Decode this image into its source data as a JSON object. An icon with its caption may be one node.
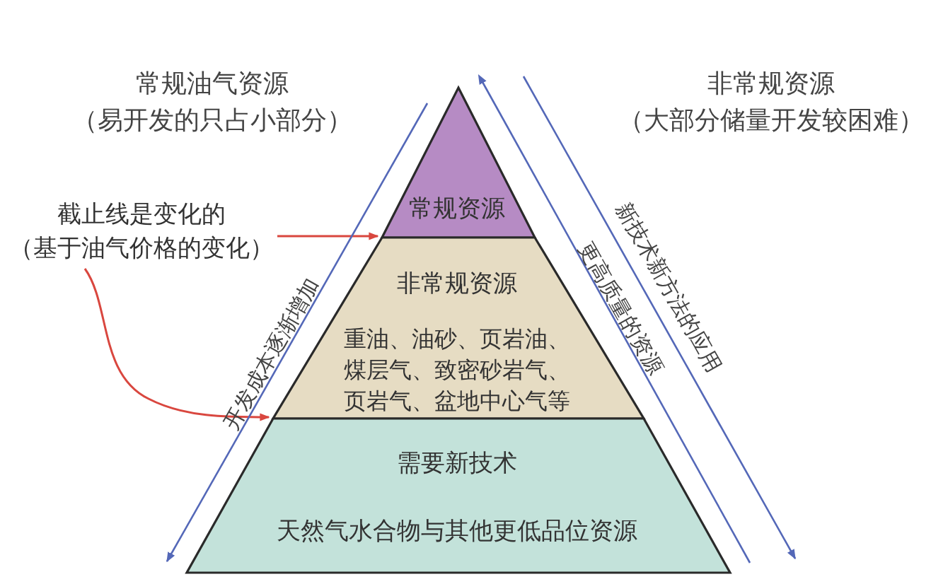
{
  "diagram": {
    "nodes": [
      {
        "text": [
          "常规资源"
        ]
      },
      {
        "text": [
          "非常规资源",
          "重油、油砂、页岩油、煤层气、致密砂岩气、页岩气、盆地中心气等"
        ]
      },
      {
        "text": [
          "需要新技术",
          "天然气水合物与其他更低品位资源"
        ]
      },
      {
        "text": [
          "截止线是变化的",
          "（基于油气价格的变化）"
        ]
      }
    ],
    "edges": [
      {
        "from": 3,
        "to": 0,
        "arrow": "to",
        "color": "#d9473f"
      },
      {
        "from": 3,
        "to": 1,
        "arrow": "to",
        "color": "#d9473f"
      }
    ],
    "labels": [
      "常规油气资源",
      "（易开发的只占小部分）",
      "非常规资源",
      "（大部分储量开发较困难）",
      "开发成本逐渐增加",
      "新技术新方法的应用",
      "更高质量的资源"
    ]
  }
}
